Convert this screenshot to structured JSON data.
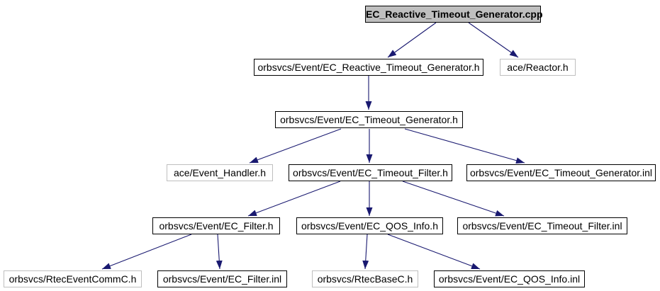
{
  "diagram": {
    "kind": "include-dependency-graph",
    "root_file": "EC_Reactive_Timeout_Generator.cpp",
    "colors": {
      "edge": "#191970",
      "node_border": "#000000",
      "external_node_border": "#bfbfbf",
      "root_fill": "#bfbfbf",
      "node_fill": "#ffffff",
      "text": "#000000",
      "background": "#ffffff"
    },
    "nodes": [
      {
        "id": "cpp",
        "label": "EC_Reactive_Timeout_Generator.cpp",
        "type": "root"
      },
      {
        "id": "reactive_timeout_generator_h",
        "label": "orbsvcs/Event/EC_Reactive_Timeout_Generator.h",
        "type": "internal"
      },
      {
        "id": "reactor_h",
        "label": "ace/Reactor.h",
        "type": "external"
      },
      {
        "id": "timeout_generator_h",
        "label": "orbsvcs/Event/EC_Timeout_Generator.h",
        "type": "internal"
      },
      {
        "id": "event_handler_h",
        "label": "ace/Event_Handler.h",
        "type": "external"
      },
      {
        "id": "timeout_filter_h",
        "label": "orbsvcs/Event/EC_Timeout_Filter.h",
        "type": "internal"
      },
      {
        "id": "timeout_generator_inl",
        "label": "orbsvcs/Event/EC_Timeout_Generator.inl",
        "type": "internal"
      },
      {
        "id": "filter_h",
        "label": "orbsvcs/Event/EC_Filter.h",
        "type": "internal"
      },
      {
        "id": "qos_info_h",
        "label": "orbsvcs/Event/EC_QOS_Info.h",
        "type": "internal"
      },
      {
        "id": "timeout_filter_inl",
        "label": "orbsvcs/Event/EC_Timeout_Filter.inl",
        "type": "internal"
      },
      {
        "id": "rtec_event_comm_c_h",
        "label": "orbsvcs/RtecEventCommC.h",
        "type": "external"
      },
      {
        "id": "filter_inl",
        "label": "orbsvcs/Event/EC_Filter.inl",
        "type": "internal"
      },
      {
        "id": "rtec_base_c_h",
        "label": "orbsvcs/RtecBaseC.h",
        "type": "external"
      },
      {
        "id": "qos_info_inl",
        "label": "orbsvcs/Event/EC_QOS_Info.inl",
        "type": "internal"
      }
    ],
    "edges": [
      {
        "from": "cpp",
        "to": "reactive_timeout_generator_h"
      },
      {
        "from": "cpp",
        "to": "reactor_h"
      },
      {
        "from": "reactive_timeout_generator_h",
        "to": "timeout_generator_h"
      },
      {
        "from": "timeout_generator_h",
        "to": "event_handler_h"
      },
      {
        "from": "timeout_generator_h",
        "to": "timeout_filter_h"
      },
      {
        "from": "timeout_generator_h",
        "to": "timeout_generator_inl"
      },
      {
        "from": "timeout_filter_h",
        "to": "filter_h"
      },
      {
        "from": "timeout_filter_h",
        "to": "qos_info_h"
      },
      {
        "from": "timeout_filter_h",
        "to": "timeout_filter_inl"
      },
      {
        "from": "filter_h",
        "to": "rtec_event_comm_c_h"
      },
      {
        "from": "filter_h",
        "to": "filter_inl"
      },
      {
        "from": "qos_info_h",
        "to": "rtec_base_c_h"
      },
      {
        "from": "qos_info_h",
        "to": "qos_info_inl"
      }
    ]
  }
}
